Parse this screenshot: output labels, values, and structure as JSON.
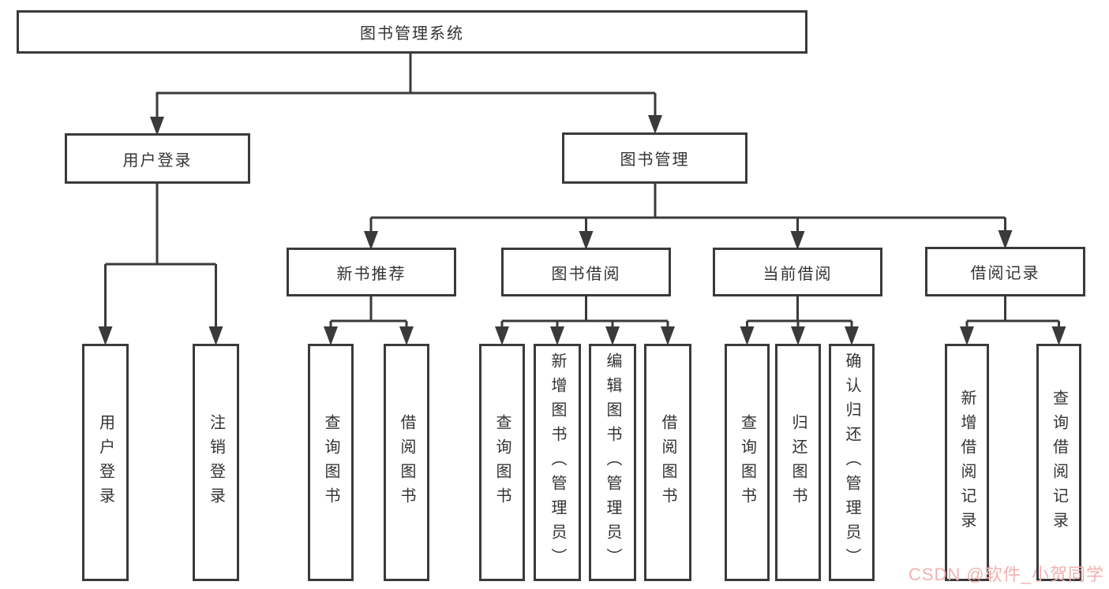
{
  "diagram": {
    "type": "hierarchy-tree",
    "colors": {
      "line": "#3a3a3a",
      "box_border": "#3a3a3a",
      "text": "#333333",
      "background": "#ffffff",
      "watermark": "#f2b1b1"
    },
    "watermark": "CSDN @软件_小贺同学",
    "tree": {
      "label": "图书管理系统",
      "children": [
        {
          "label": "用户登录",
          "children": [
            {
              "label": "用户登录"
            },
            {
              "label": "注销登录"
            }
          ]
        },
        {
          "label": "图书管理",
          "children": [
            {
              "label": "新书推荐",
              "children": [
                {
                  "label": "查询图书"
                },
                {
                  "label": "借阅图书"
                }
              ]
            },
            {
              "label": "图书借阅",
              "children": [
                {
                  "label": "查询图书"
                },
                {
                  "label": "新增图书（管理员）"
                },
                {
                  "label": "编辑图书（管理员）"
                },
                {
                  "label": "借阅图书"
                }
              ]
            },
            {
              "label": "当前借阅",
              "children": [
                {
                  "label": "查询图书"
                },
                {
                  "label": "归还图书"
                },
                {
                  "label": "确认归还（管理员）"
                }
              ]
            },
            {
              "label": "借阅记录",
              "children": [
                {
                  "label": "新增借阅记录"
                },
                {
                  "label": "查询借阅记录"
                }
              ]
            }
          ]
        }
      ]
    }
  }
}
